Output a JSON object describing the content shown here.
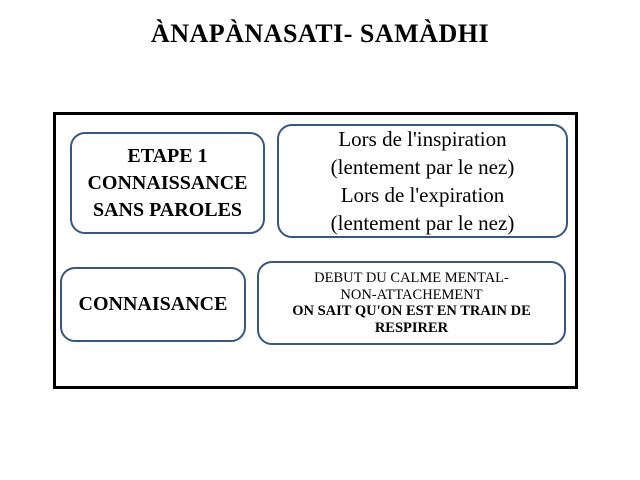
{
  "title": "ÀNAPÀNASATI- SAMÀDHI",
  "colors": {
    "background": "#ffffff",
    "frame_border": "#000000",
    "box_border": "#36587f",
    "text": "#000000"
  },
  "boxes": {
    "etape": {
      "lines": [
        "ETAPE 1",
        "CONNAISSANCE",
        "SANS PAROLES"
      ]
    },
    "inspiration": {
      "lines": [
        "Lors de l'inspiration",
        "(lentement par le nez)",
        "Lors de l'expiration",
        "(lentement par le nez)"
      ]
    },
    "connaisance": {
      "lines": [
        "CONNAISANCE"
      ]
    },
    "calme": {
      "lines": [
        "DEBUT DU CALME MENTAL-",
        "NON-ATTACHEMENT",
        "ON SAIT QU'ON EST EN TRAIN DE",
        "RESPIRER"
      ]
    }
  }
}
